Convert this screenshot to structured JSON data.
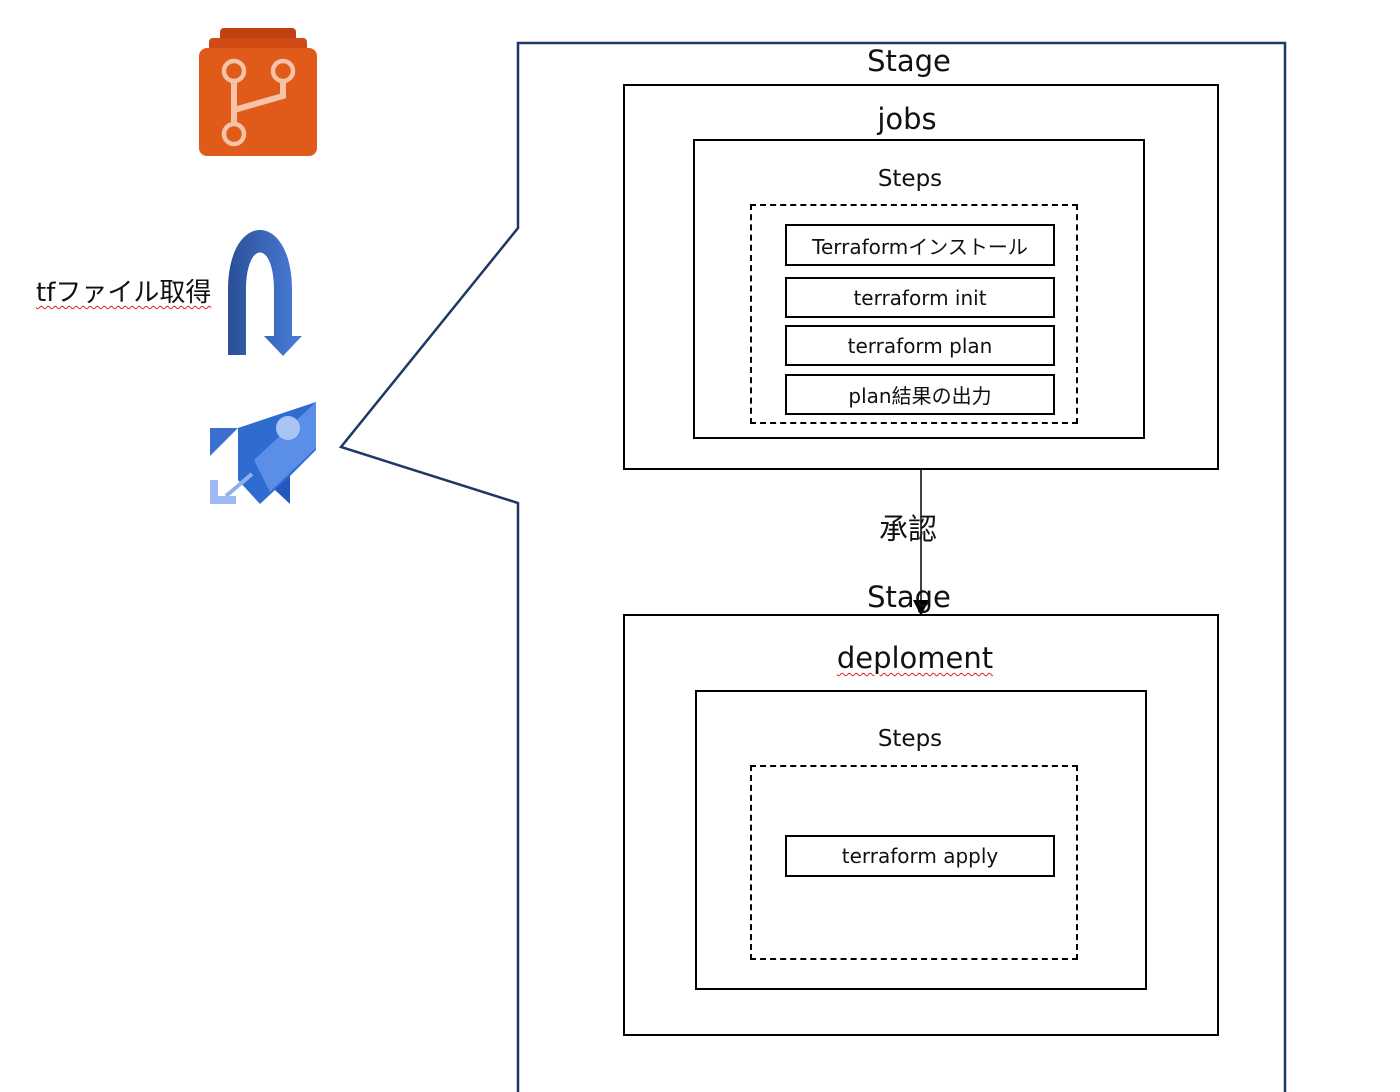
{
  "left": {
    "fetch_label": "tfファイル取得",
    "repo_icon": "azure-repos-icon",
    "arrow_icon": "curved-down-arrow-icon",
    "pipeline_icon": "azure-pipelines-icon"
  },
  "stage1": {
    "title": "Stage",
    "jobs_label": "jobs",
    "steps_label": "Steps",
    "steps": [
      "Terraformインストール",
      "terraform init",
      "terraform plan",
      "plan結果の出力"
    ]
  },
  "approval_label": "承認",
  "stage2": {
    "title": "Stage",
    "deployment_label": "deploment",
    "steps_label": "Steps",
    "steps": [
      "terraform apply"
    ]
  },
  "colors": {
    "callout_border": "#1f3864",
    "repos_orange": "#e05a1a",
    "repos_dark": "#c0400f",
    "pipelines_blue": "#2f6ccf",
    "arrow_blue": "#3a6fd0"
  }
}
